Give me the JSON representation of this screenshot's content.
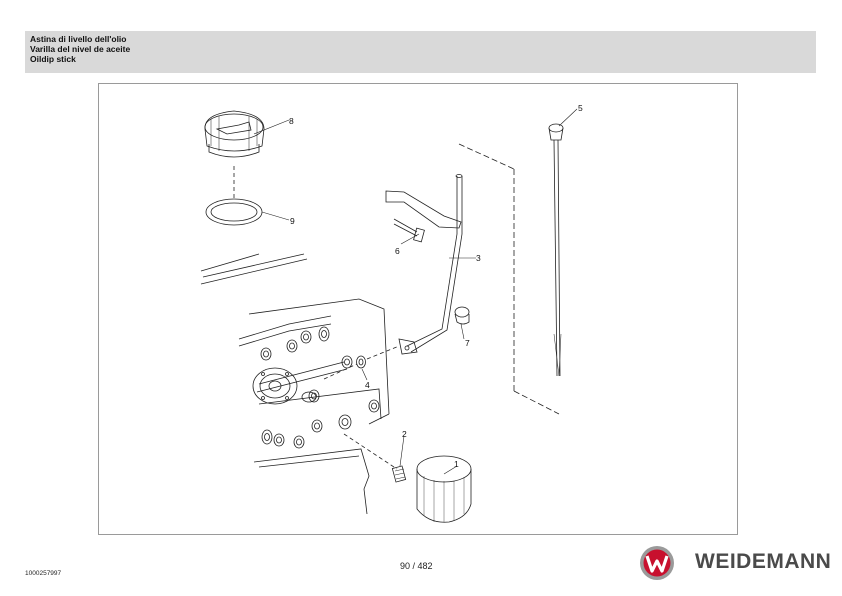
{
  "header": {
    "title_it": "Astina di livello dell'olio",
    "title_es": "Varilla del nivel de aceite",
    "title_en": "Oildip stick"
  },
  "diagram": {
    "callouts": [
      "1",
      "2",
      "3",
      "4",
      "5",
      "6",
      "7",
      "8",
      "9"
    ]
  },
  "footer": {
    "document_number": "1000257997",
    "page_indicator": "90 / 482",
    "brand": "WEIDEMANN",
    "brand_red": "#c8102e",
    "brand_gray": "#4a4a4a"
  }
}
